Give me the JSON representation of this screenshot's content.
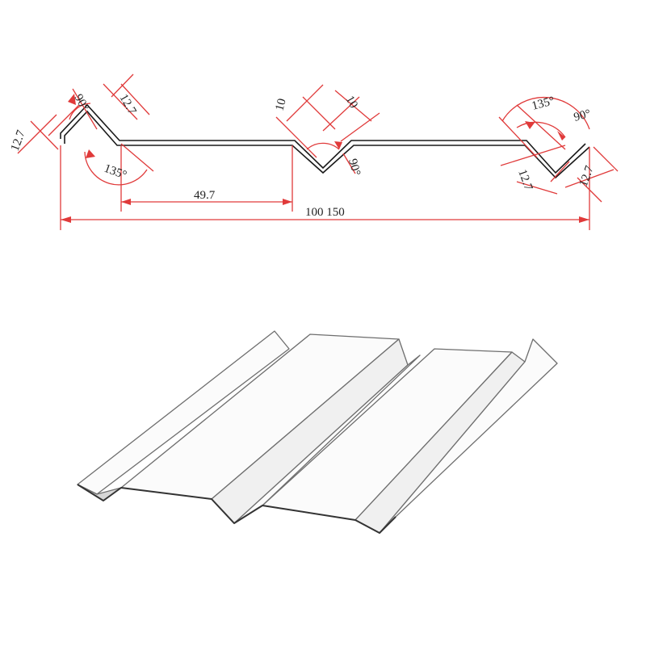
{
  "colors": {
    "dimension": "#e03a3a",
    "profile": "#1a1a1a",
    "sheet_face": "#fbfbfb",
    "sheet_edge": "#6e6e6e",
    "sheet_shade": "#d6d6d6"
  },
  "dimensions": {
    "left_leg": "12.7",
    "left_angle_top": "90°",
    "left_leg_top": "12.7",
    "left_angle_bottom": "135°",
    "middle_left": "10",
    "middle_right": "10",
    "middle_angle": "90°",
    "flat_width": "49.7",
    "overall_width": "100 150",
    "right_angle_a": "135°",
    "right_angle_b": "90°",
    "right_leg_bottom": "12.7",
    "right_leg_end": "12.7"
  }
}
